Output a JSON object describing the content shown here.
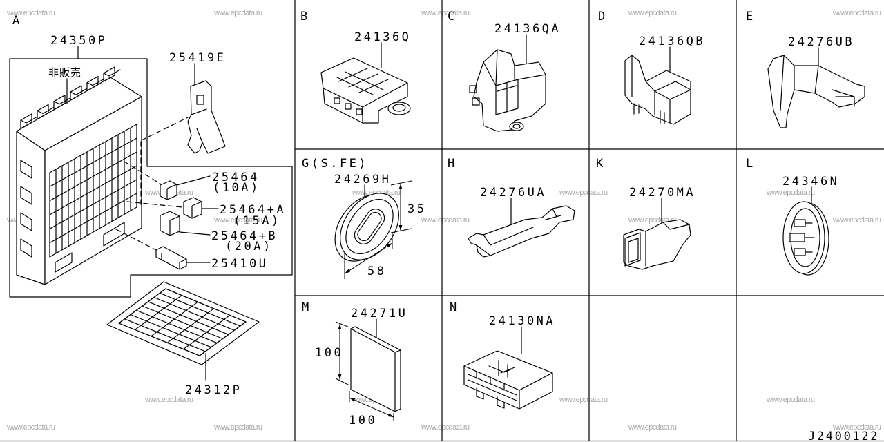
{
  "colors": {
    "line": "#000000",
    "watermark": "#a8a8a8",
    "background": "#ffffff"
  },
  "watermark": "www.epcdata.ru",
  "diagram_code": "J2400122",
  "panel_a": {
    "label": "A",
    "part": "24350P",
    "note": "非販売",
    "bracket_part": "25419E",
    "fuses": [
      {
        "part": "25464",
        "rating": "(10A)"
      },
      {
        "part": "25464+A",
        "rating": "(15A)"
      },
      {
        "part": "25464+B",
        "rating": "(20A)"
      }
    ],
    "link_part": "25410U",
    "mat_part": "24312P"
  },
  "panel_b": {
    "label": "B",
    "part": "24136Q"
  },
  "panel_c": {
    "label": "C",
    "part": "24136QA"
  },
  "panel_d": {
    "label": "D",
    "part": "24136QB"
  },
  "panel_e": {
    "label": "E",
    "part": "24276UB"
  },
  "panel_g": {
    "label": "G(S.FE)",
    "part": "24269H",
    "dimensions": {
      "height": "35",
      "width": "58"
    }
  },
  "panel_h": {
    "label": "H",
    "part": "24276UA"
  },
  "panel_k": {
    "label": "K",
    "part": "24270MA"
  },
  "panel_l": {
    "label": "L",
    "part": "24346N"
  },
  "panel_m": {
    "label": "M",
    "part": "24271U",
    "dimensions": {
      "height": "100",
      "width": "100"
    }
  },
  "panel_n": {
    "label": "N",
    "part": "24130NA"
  }
}
